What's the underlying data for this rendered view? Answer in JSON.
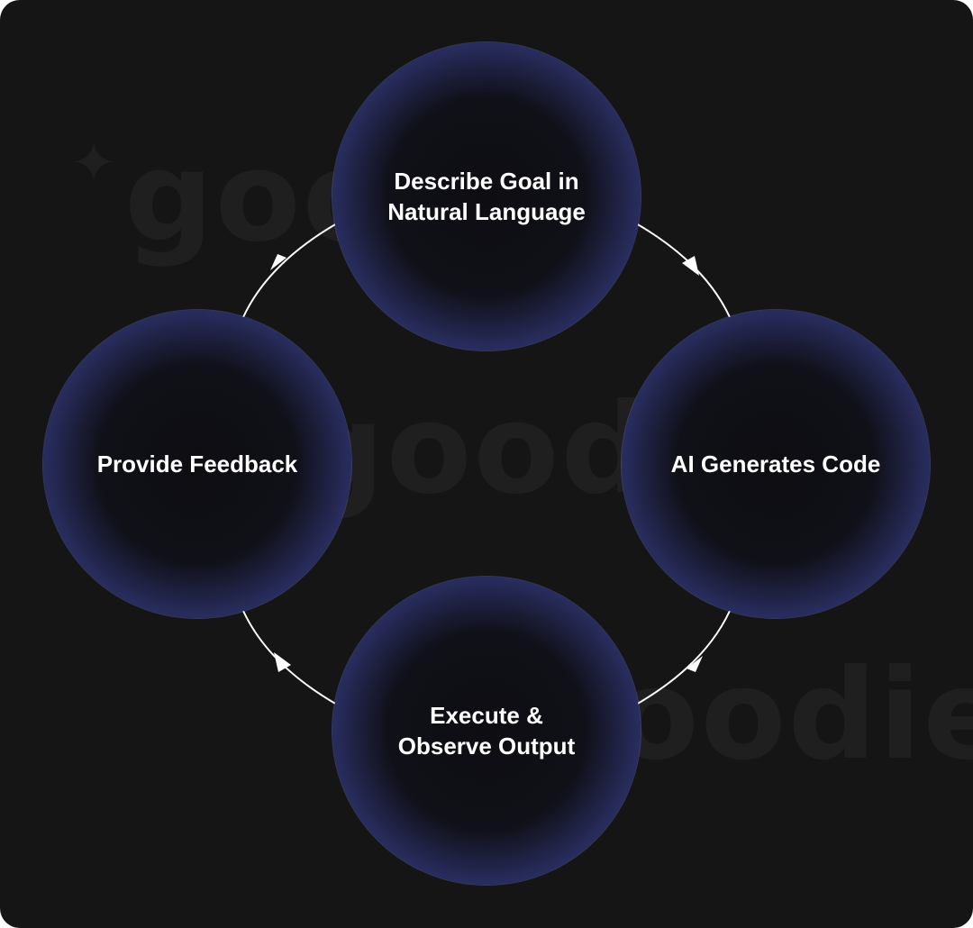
{
  "diagram": {
    "nodes": [
      {
        "id": "top",
        "label": "Describe Goal in\nNatural Language"
      },
      {
        "id": "right",
        "label": "AI Generates Code"
      },
      {
        "id": "bottom",
        "label": "Execute &\nObserve Output"
      },
      {
        "id": "left",
        "label": "Provide Feedback"
      }
    ],
    "edges": [
      {
        "from": "top",
        "to": "right"
      },
      {
        "from": "right",
        "to": "bottom"
      },
      {
        "from": "bottom",
        "to": "left"
      },
      {
        "from": "left",
        "to": "top"
      }
    ],
    "watermark": "goodie"
  },
  "colors": {
    "background": "#151515",
    "node_rim": "#6474da",
    "node_core": "#0d0d12",
    "text": "#ffffff",
    "connector": "#ffffff",
    "watermark": "#1f1f1f"
  }
}
